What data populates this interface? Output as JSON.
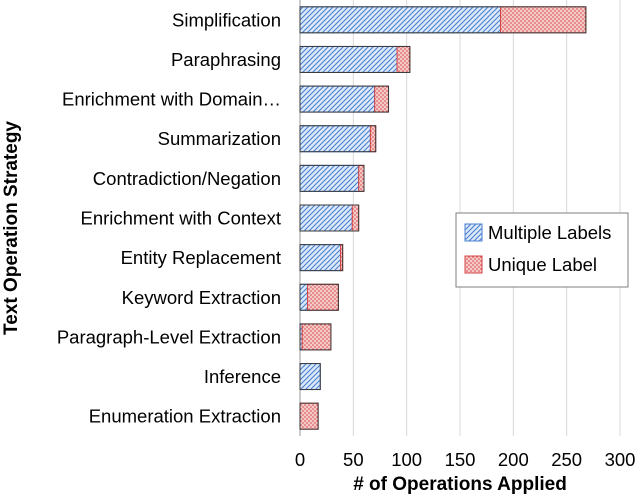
{
  "chart_data": {
    "type": "bar",
    "orientation": "horizontal",
    "stacked": true,
    "categories": [
      "Simplification",
      "Paraphrasing",
      "Enrichment with Domain…",
      "Summarization",
      "Contradiction/Negation",
      "Enrichment with Context",
      "Entity Replacement",
      "Keyword Extraction",
      "Paragraph-Level Extraction",
      "Inference",
      "Enumeration Extraction"
    ],
    "series": [
      {
        "name": "Multiple Labels",
        "color": "#4a7fd0",
        "fill": "#dce9f8",
        "values": [
          188,
          91,
          70,
          66,
          55,
          49,
          38,
          7,
          2,
          19,
          0
        ]
      },
      {
        "name": "Unique Label",
        "color": "#d64545",
        "fill": "#f6c9c9",
        "values": [
          80,
          12,
          13,
          5,
          5,
          6,
          2,
          29,
          27,
          0,
          17
        ]
      }
    ],
    "xlabel": "# of Operations Applied",
    "ylabel": "Text Operation Strategy",
    "xlim": [
      0,
      300
    ],
    "xticks": [
      0,
      50,
      100,
      150,
      200,
      250,
      300
    ],
    "grid": "vertical",
    "legend": "right"
  }
}
